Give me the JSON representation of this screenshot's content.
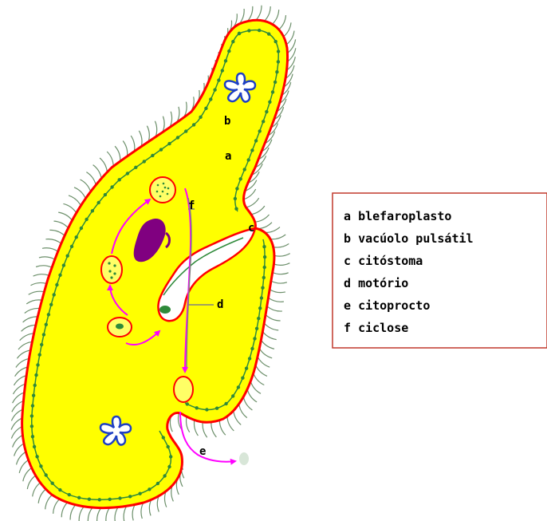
{
  "diagram": {
    "labels": {
      "a": "a",
      "b": "b",
      "c": "c",
      "d": "d",
      "e": "e",
      "f": "f"
    },
    "legend": [
      {
        "key": "a",
        "text": "blefaroplasto"
      },
      {
        "key": "b",
        "text": "vacúolo pulsátil"
      },
      {
        "key": "c",
        "text": "citóstoma"
      },
      {
        "key": "d",
        "text": "motório"
      },
      {
        "key": "e",
        "text": "citoprocto"
      },
      {
        "key": "f",
        "text": "ciclose"
      }
    ],
    "colors": {
      "cytoplasm": "#ffff00",
      "membrane": "#ff0000",
      "basal_line": "#2f8a3a",
      "cilia": "#6c8f6a",
      "arrows": "#ff00ff",
      "ciclose_arrow": "#808080",
      "nucleus": "#800080",
      "vacuole": "#1d3fc4",
      "legend_border": "#c0392b"
    }
  }
}
